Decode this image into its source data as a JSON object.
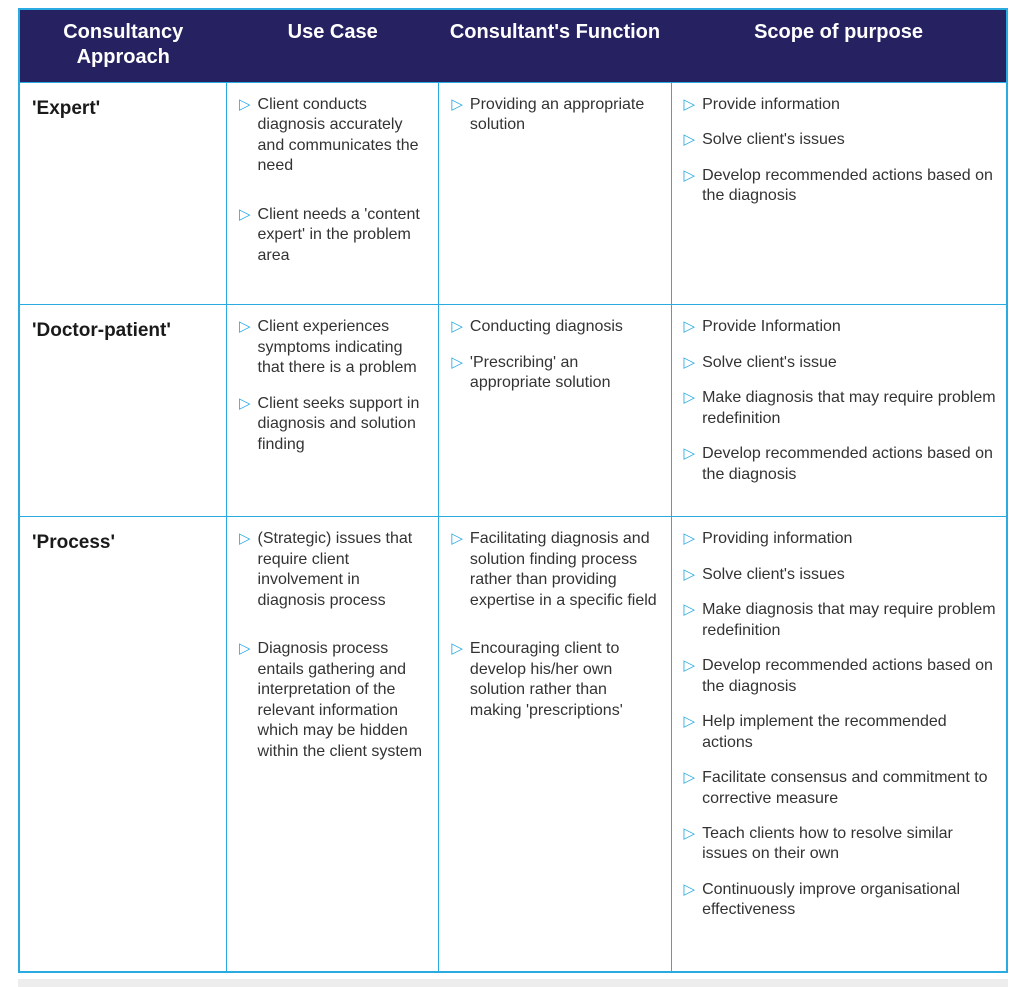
{
  "colors": {
    "header_bg": "#262262",
    "header_text": "#ffffff",
    "border": "#29abe2",
    "bullet": "#29abe2",
    "body_text": "#333333"
  },
  "icons": {
    "bullet": "▷"
  },
  "table": {
    "headers": [
      "Consultancy Approach",
      "Use Case",
      "Consultant's Function",
      "Scope of purpose"
    ],
    "rows": [
      {
        "approach": "'Expert'",
        "use_case": [
          "Client conducts diagnosis accurately and communicates the need",
          "Client needs a 'content expert' in the problem area"
        ],
        "function": [
          "Providing an appropriate solution"
        ],
        "scope": [
          "Provide information",
          "Solve client's issues",
          "Develop recommended actions based on the diagnosis"
        ]
      },
      {
        "approach": "'Doctor-patient'",
        "use_case": [
          "Client experiences symptoms indicating that there is a problem",
          "Client seeks support in diagnosis and solution finding"
        ],
        "function": [
          "Conducting diagnosis",
          "'Prescribing' an appropriate solution"
        ],
        "scope": [
          "Provide Information",
          "Solve client's issue",
          "Make diagnosis that may require problem redefinition",
          "Develop recommended actions based on the diagnosis"
        ]
      },
      {
        "approach": "'Process'",
        "use_case": [
          "(Strategic) issues that require client involvement in diagnosis process",
          "Diagnosis process entails gathering and interpretation of the relevant information which may be hidden within the client system"
        ],
        "function": [
          "Facilitating diagnosis and solution finding process rather than providing expertise in a specific field",
          "Encouraging client to develop his/her own solution rather than making 'prescriptions'"
        ],
        "scope": [
          "Providing information",
          "Solve client's issues",
          "Make diagnosis that may require problem redefinition",
          "Develop recommended actions based on the diagnosis",
          "Help implement the recommended actions",
          "Facilitate consensus and commitment to corrective measure",
          "Teach clients how to resolve similar issues on their own",
          "Continuously improve organisational effectiveness"
        ]
      }
    ]
  }
}
